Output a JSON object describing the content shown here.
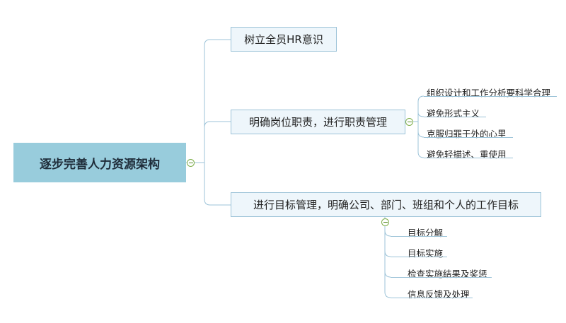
{
  "root": {
    "label": "逐步完善人力资源架构"
  },
  "branches": [
    {
      "label": "树立全员HR意识",
      "children": []
    },
    {
      "label": "明确岗位职责，进行职责管理",
      "children": [
        "组织设计和工作分析要科学合理",
        "避免形式主义",
        "克服归罪于外的心里",
        "避免轻描述、重使用"
      ]
    },
    {
      "label": "进行目标管理，明确公司、部门、班组和个人的工作目标",
      "children": [
        "目标分解",
        "目标实施",
        "检查实施结果及奖惩",
        "信息反馈及处理"
      ]
    }
  ],
  "colors": {
    "root_fill": "#98ccdc",
    "branch_fill": "#eef6fb",
    "line": "#9cc3d8",
    "collapse": "#7fae4a"
  }
}
